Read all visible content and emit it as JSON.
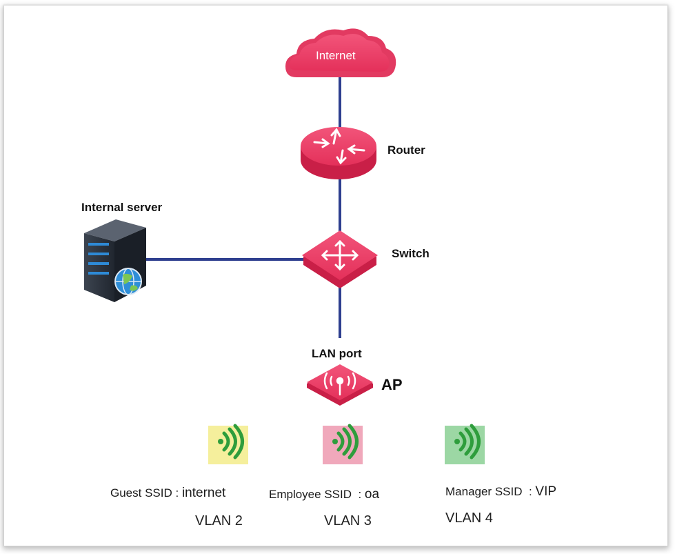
{
  "nodes": {
    "internet": {
      "label": "Internet"
    },
    "router": {
      "label": "Router"
    },
    "switch": {
      "label": "Switch"
    },
    "server": {
      "label": "Internal server"
    },
    "lan_port": {
      "label": "LAN port"
    },
    "ap": {
      "label": "AP"
    }
  },
  "ssids": [
    {
      "prefix": "Guest SSID : ",
      "name": "internet",
      "vlan": "VLAN 2",
      "color": "#f5ef9c"
    },
    {
      "prefix": "Employee SSID  : ",
      "name": "oa",
      "vlan": "VLAN 3",
      "color": "#f0a8bb"
    },
    {
      "prefix": "Manager SSID  : ",
      "name": "VIP",
      "vlan": "VLAN 4",
      "color": "#9cd7a4"
    }
  ],
  "colors": {
    "device_red": "#e8365a",
    "link_blue": "#2e3f8f",
    "wifi_green": "#2e9d3c"
  },
  "icons": [
    "cloud-icon",
    "router-icon",
    "switch-icon",
    "server-icon",
    "globe-icon",
    "access-point-icon",
    "wifi-icon"
  ]
}
